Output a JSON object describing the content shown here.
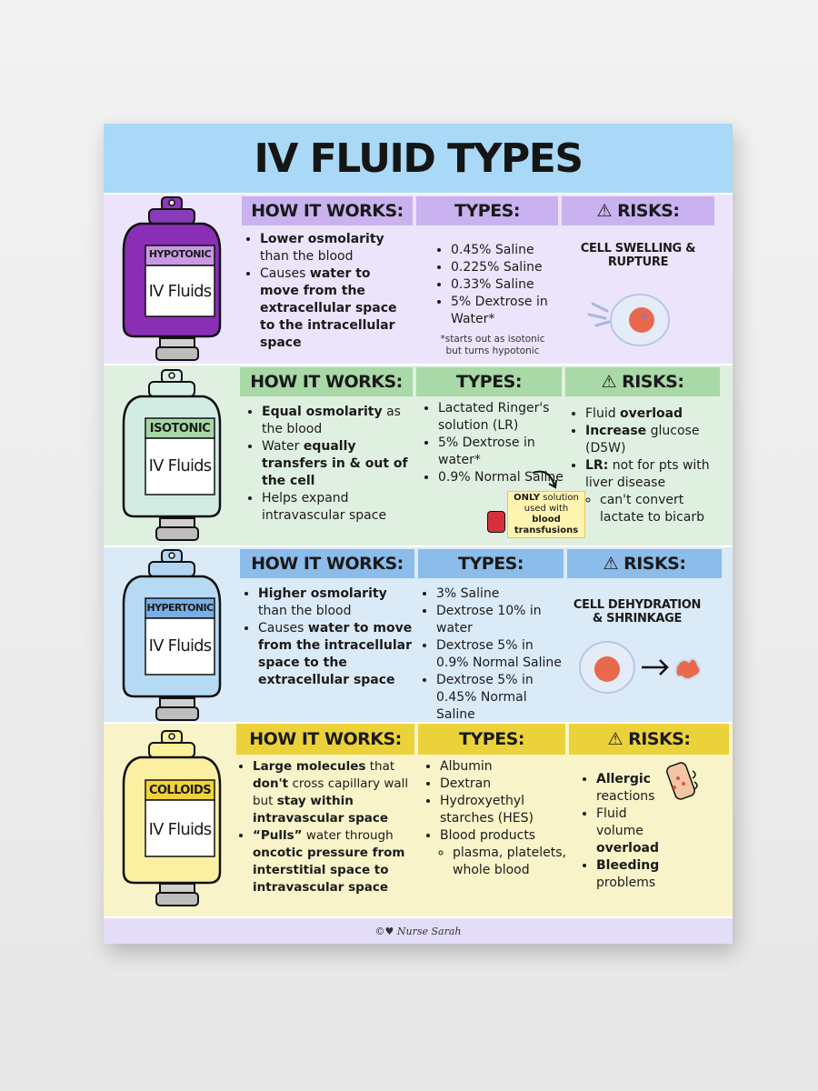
{
  "title": "IV FLUID TYPES",
  "rows": [
    {
      "label": "HYPOTONIC",
      "bottle_text": "IV Fluids",
      "how_header": "HOW IT WORKS:",
      "types_header": "TYPES:",
      "risks_header": "RISKS:",
      "how": [
        {
          "b": "Lower osmolarity",
          "t": "than the blood"
        },
        {
          "t": "Causes",
          "b": "water to move from the",
          "t2": "",
          "b2": "extracellular space to the intracellular space"
        }
      ],
      "types": [
        "0.45% Saline",
        "0.225% Saline",
        "0.33% Saline",
        "5% Dextrose in Water*"
      ],
      "note": "*starts out as isotonic but turns hypotonic",
      "risk_title": "CELL SWELLING & RUPTURE"
    },
    {
      "label": "ISOTONIC",
      "bottle_text": "IV Fluids",
      "how_header": "HOW IT WORKS:",
      "types_header": "TYPES:",
      "risks_header": "RISKS:",
      "how": [
        {
          "b": "Equal osmolarity",
          "t": "as the blood"
        },
        {
          "t": "Water",
          "b": "equally transfers in & out of the cell"
        },
        {
          "t": "Helps expand intravascular space"
        }
      ],
      "types": [
        "Lactated Ringer's solution (LR)",
        "5% Dextrose in water*",
        "0.9% Normal Saline"
      ],
      "callout": {
        "b1": "ONLY",
        "t": "solution used with",
        "b2": "blood transfusions"
      },
      "risks": [
        {
          "t": "Fluid",
          "b": "overload"
        },
        {
          "b": "Increase",
          "t": "glucose (D5W)"
        },
        {
          "b": "LR:",
          "t": "not for pts with liver disease",
          "sub": "can't convert lactate to bicarb"
        }
      ]
    },
    {
      "label": "HYPERTONIC",
      "bottle_text": "IV Fluids",
      "how_header": "HOW IT WORKS:",
      "types_header": "TYPES:",
      "risks_header": "RISKS:",
      "how": [
        {
          "b": "Higher osmolarity",
          "t": "than the blood"
        },
        {
          "t": "Causes",
          "b": "water to move from the",
          "t2": "",
          "b2": "intracellular space to the extracellular space"
        }
      ],
      "types": [
        "3% Saline",
        "Dextrose 10% in water",
        "Dextrose 5% in 0.9% Normal Saline",
        "Dextrose 5% in 0.45% Normal Saline"
      ],
      "risk_title": "CELL DEHYDRATION & SHRINKAGE"
    },
    {
      "label": "COLLOIDS",
      "bottle_text": "IV Fluids",
      "how_header": "HOW IT WORKS:",
      "types_header": "TYPES:",
      "risks_header": "RISKS:",
      "how": [
        {
          "b": "Large molecules",
          "t": "that",
          "b2": "don't",
          "t2": "cross capillary wall but",
          "b3": "stay within intravascular space"
        },
        {
          "b": "“Pulls”",
          "t": "water through",
          "b2": "oncotic pressure from interstitial space to intravascular space"
        }
      ],
      "types": [
        "Albumin",
        "Dextran",
        "Hydroxyethyl starches (HES)",
        "Blood products"
      ],
      "types_sub": "plasma, platelets, whole blood",
      "risks": [
        {
          "b": "Allergic",
          "t": "reactions"
        },
        {
          "t": "Fluid volume",
          "b": "overload"
        },
        {
          "b": "Bleeding",
          "t": "problems"
        }
      ]
    }
  ],
  "footer": "©♥ Nurse Sarah"
}
